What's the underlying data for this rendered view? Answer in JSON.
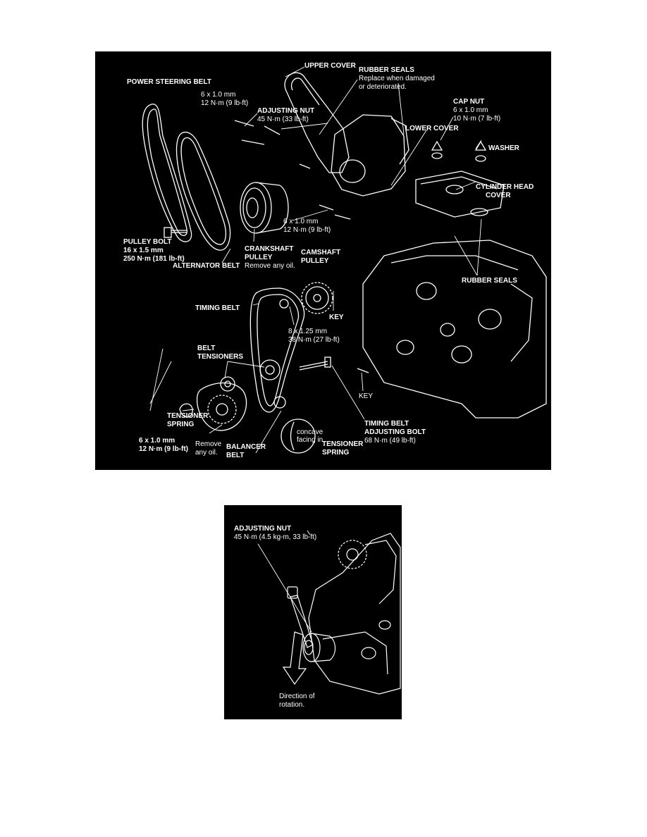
{
  "colors": {
    "background": "#000000",
    "ink": "#ffffff",
    "page": "#ffffff"
  },
  "figure1": {
    "labels": {
      "upper_cover": "UPPER COVER",
      "rubber_seals_title": "RUBBER SEALS",
      "rubber_seals_note1": "Replace when damaged",
      "rubber_seals_note2": "or deteriorated.",
      "power_steering_belt": "POWER STEERING BELT",
      "bolt_top_size": "6 x 1.0 mm",
      "bolt_top_torque": "12 N·m (9 lb-ft)",
      "adjusting_nut_title": "ADJUSTING NUT",
      "adjusting_nut_torque": "45 N·m (33 lb-ft)",
      "cap_nut_title": "CAP NUT",
      "cap_nut_size": "6 x 1.0 mm",
      "cap_nut_torque": "10 N·m (7 lb-ft)",
      "lower_cover": "LOWER COVER",
      "washer": "WASHER",
      "cylinder_head_cover_1": "CYLINDER HEAD",
      "cylinder_head_cover_2": "COVER",
      "bolt_mid_size": "6 x 1.0 mm",
      "bolt_mid_torque": "12 N·m (9 lb-ft)",
      "pulley_bolt_title": "PULLEY BOLT",
      "pulley_bolt_size": "16 x 1.5 mm",
      "pulley_bolt_torque": "250 N·m (181 lb-ft)",
      "crankshaft_pulley_1": "CRANKSHAFT",
      "crankshaft_pulley_2": "PULLEY",
      "crankshaft_pulley_note": "Remove any oil.",
      "alternator_belt": "ALTERNATOR BELT",
      "camshaft_pulley_1": "CAMSHAFT",
      "camshaft_pulley_2": "PULLEY",
      "rubber_seals_lower": "RUBBER SEALS",
      "timing_belt": "TIMING BELT",
      "key_upper": "KEY",
      "cam_bolt_size": "8 x 1.25 mm",
      "cam_bolt_torque": "38 N·m (27 lb-ft)",
      "belt_tensioners_1": "BELT",
      "belt_tensioners_2": "TENSIONERS",
      "key_lower": "KEY",
      "tensioner_spring_left_1": "TENSIONER",
      "tensioner_spring_left_2": "SPRING",
      "timing_belt_adj_bolt_1": "TIMING BELT",
      "timing_belt_adj_bolt_2": "ADJUSTING BOLT",
      "timing_belt_adj_bolt_torque": "68 N·m (49 lb-ft)",
      "bolt_low_size": "6 x 1.0 mm",
      "bolt_low_torque": "12 N·m (9 lb-ft)",
      "remove_oil_1": "Remove",
      "remove_oil_2": "any oil.",
      "balancer_belt_1": "BALANCER",
      "balancer_belt_2": "BELT",
      "concave_1": "concave",
      "concave_2": "facing in",
      "tensioner_spring_right_1": "TENSIONER",
      "tensioner_spring_right_2": "SPRING"
    }
  },
  "figure2": {
    "labels": {
      "adjusting_nut_title": "ADJUSTING NUT",
      "adjusting_nut_torque": "45 N·m (4.5 kg-m, 33 lb-ft)",
      "direction_1": "Direction of",
      "direction_2": "rotation."
    }
  }
}
